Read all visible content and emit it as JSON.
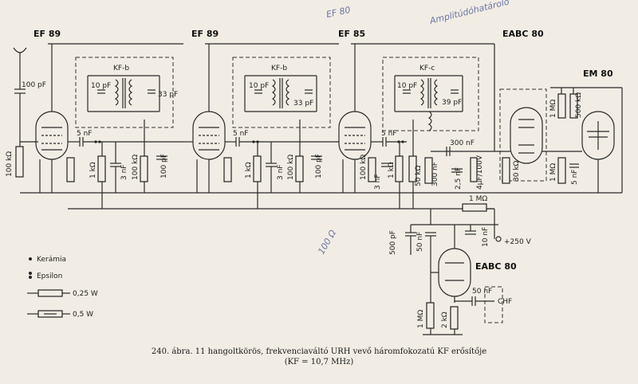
{
  "tubes": {
    "v1": "EF 89",
    "v2": "EF 89",
    "v3": "EF 85",
    "v4": "EABC 80",
    "v5": "EM 80",
    "v6": "EABC 80"
  },
  "filters": {
    "f1": "KF-b",
    "f2": "KF-b",
    "f3": "KF-c"
  },
  "components": {
    "c_ant": "100 pF",
    "c_st1_a": "10 pF",
    "c_st1_b": "33 pF",
    "c_st2_a": "10 pF",
    "c_st2_b": "33 pF",
    "c_st3_a": "10 pF",
    "c_st3_b": "39 pF",
    "cap_5nf": "5 nF",
    "cap_3nf": "3 nF",
    "cap_300nf": "300 nF",
    "cap_500pf": "500 pF",
    "cap_50nf": "50 nF",
    "cap_10nf": "10 nF",
    "cap_100pf": "100 pF",
    "cap_25nf": "2,5 nF",
    "cap_electrolytic": "4µF/100V",
    "res_100k": "100 kΩ",
    "res_1k": "1 kΩ",
    "res_50k": "50 kΩ",
    "res_30k": "30 kΩ",
    "res_1meg": "1 MΩ",
    "res_500k": "500 kΩ",
    "res_2k": "2 kΩ",
    "supply": "+250 V",
    "output": "CHF"
  },
  "legend": {
    "ceramic": "Kerámia",
    "epsilon": "Epsilon",
    "w025": "0,25 W",
    "w05": "0,5 W"
  },
  "handwriting": {
    "top_note": "EF 80",
    "side_note": "Amplitúdóhatároló",
    "ohm_note": "100 Ω"
  },
  "caption": {
    "line1": "240. ábra. 11 hangoltkörös, frekvenciaváltó URH vevő háromfokozatú KF erősítője",
    "line2": "(KF = 10,7 MHz)"
  }
}
